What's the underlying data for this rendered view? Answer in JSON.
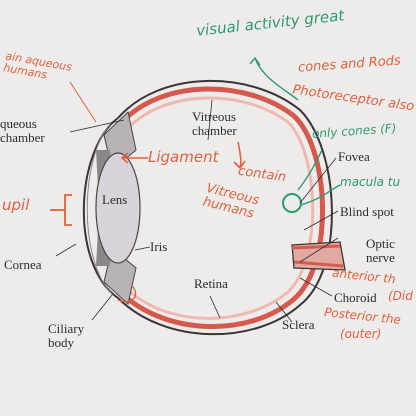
{
  "printed_labels": {
    "aqueous_chamber": "queous\nchamber",
    "vitreous_chamber": "Vitreous\nchamber",
    "lens": "Lens",
    "iris": "Iris",
    "cornea": "Cornea",
    "retina": "Retina",
    "ciliary_body": "Ciliary\nbody",
    "fovea": "Fovea",
    "blind_spot": "Blind spot",
    "optic_nerve": "Optic\nnerve",
    "choroid": "Choroid",
    "sclera": "Sclera"
  },
  "handwritten_notes": {
    "visual_activity": "visual activity great",
    "cones_and_rods": "cones and Rods",
    "photoreceptor": "Photoreceptor also",
    "only_cones": "only cones (F)",
    "macula": "macula tu",
    "aqueous_humans": "ain aqueous\nhumans",
    "ligament": "Ligament",
    "contain": "contain",
    "vitreous_humans": "Vitreous\nhumans",
    "pupil": "upil",
    "anterior": "anterior th",
    "posterior": "Posterior the",
    "outer": "(outer)",
    "choroid_note": "(Did"
  },
  "colors": {
    "background": "#eeeceb",
    "ink": "#2b2b2b",
    "sclera_red": "#d6594e",
    "choroid_pink": "#efb9b1",
    "lens_gray": "#d9d4da",
    "note_orange": "#e2603c",
    "note_green": "#2f9a72"
  },
  "icons": [
    "eye-diagram",
    "arrow-icon",
    "bracket-icon"
  ]
}
